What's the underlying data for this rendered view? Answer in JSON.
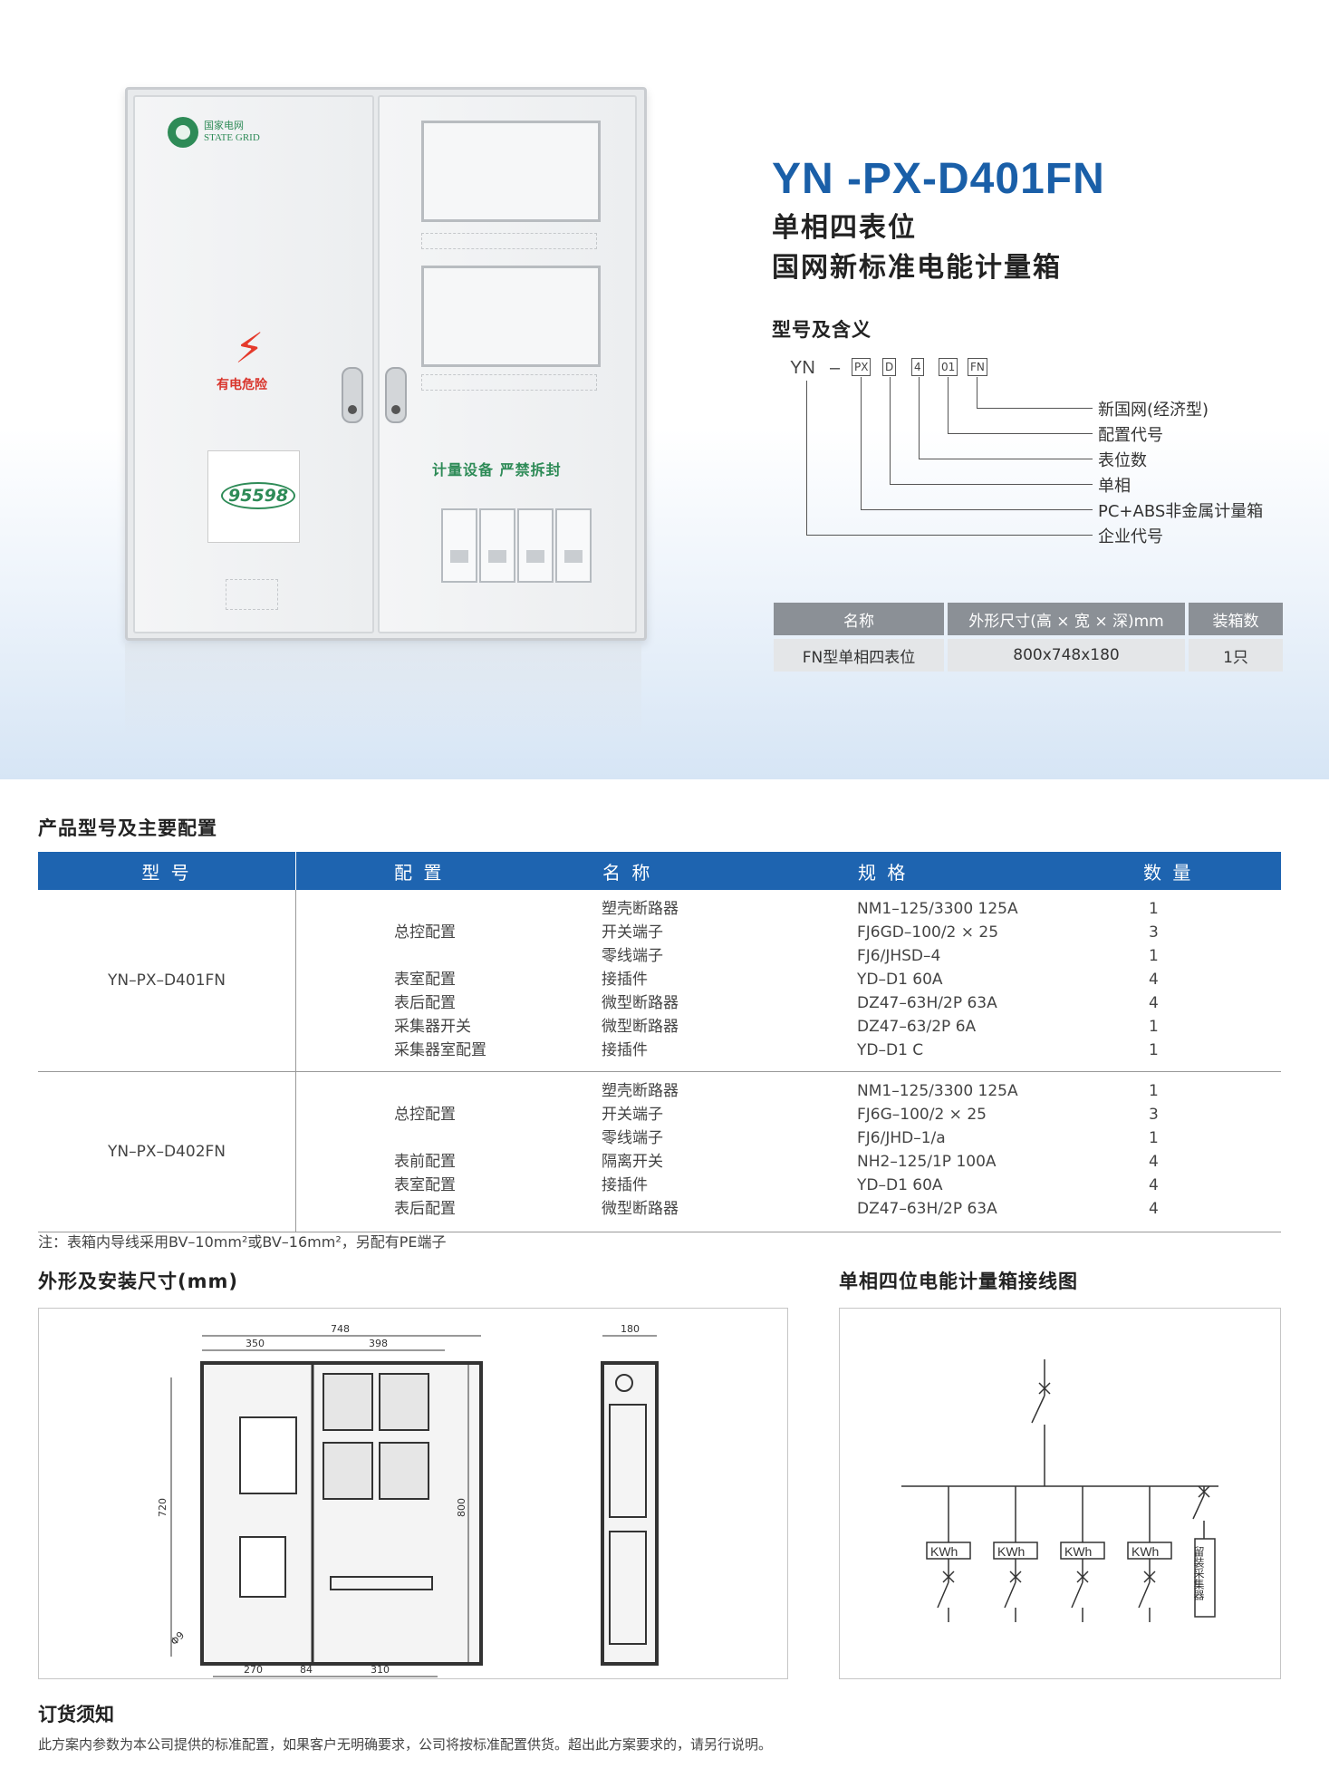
{
  "product": {
    "model": "YN -PX-D401FN",
    "subtitle_line1": "单相四表位",
    "subtitle_line2": "国网新标准电能计量箱"
  },
  "cabinet": {
    "logo_cn": "国家电网",
    "logo_en": "STATE GRID",
    "danger_label": "有电危险",
    "hotline": "95598",
    "seal_text": "计量设备 严禁拆封"
  },
  "model_meaning": {
    "heading": "型号及含义",
    "code_prefix": "YN",
    "code_dash": "–",
    "code_boxes": [
      "PX",
      "D",
      "4",
      "01",
      "FN"
    ],
    "meanings": [
      "新国网(经济型)",
      "配置代号",
      "表位数",
      "单相",
      "PC+ABS非金属计量箱",
      "企业代号"
    ]
  },
  "spec_table": {
    "headers": [
      "名称",
      "外形尺寸(高 × 宽 × 深)mm",
      "装箱数"
    ],
    "row": [
      "FN型单相四表位",
      "800x748x180",
      "1只"
    ]
  },
  "config_section": {
    "heading": "产品型号及主要配置",
    "headers": [
      "型 号",
      "配 置",
      "名 称",
      "规 格",
      "数 量"
    ],
    "groups": [
      {
        "model": "YN–PX–D401FN",
        "config": [
          "",
          "总控配置",
          "",
          "表室配置",
          "表后配置",
          "采集器开关",
          "采集器室配置"
        ],
        "names": [
          "塑壳断路器",
          "开关端子",
          "零线端子",
          "接插件",
          "微型断路器",
          "微型断路器",
          "接插件"
        ],
        "specs": [
          "NM1–125/3300 125A",
          "FJ6GD–100/2 × 25",
          "FJ6/JHSD–4",
          "YD–D1 60A",
          "DZ47–63H/2P 63A",
          "DZ47–63/2P 6A",
          "YD–D1 C"
        ],
        "qty": [
          "1",
          "3",
          "1",
          "4",
          "4",
          "1",
          "1"
        ]
      },
      {
        "model": "YN–PX–D402FN",
        "config": [
          "",
          "总控配置",
          "",
          "表前配置",
          "表室配置",
          "表后配置"
        ],
        "names": [
          "塑壳断路器",
          "开关端子",
          "零线端子",
          "隔离开关",
          "接插件",
          "微型断路器"
        ],
        "specs": [
          "NM1–125/3300 125A",
          "FJ6G–100/2 × 25",
          "FJ6/JHD–1/a",
          "NH2–125/1P 100A",
          "YD–D1 60A",
          "DZ47–63H/2P 63A"
        ],
        "qty": [
          "1",
          "3",
          "1",
          "4",
          "4",
          "4"
        ]
      }
    ],
    "note": "注：表箱内导线采用BV–10mm²或BV–16mm²，另配有PE端子"
  },
  "dimension_drawing": {
    "heading": "外形及安装尺寸(mm)",
    "labels": [
      "748",
      "350",
      "398",
      "720",
      "800",
      "270",
      "84",
      "310",
      "180",
      "Φ9"
    ]
  },
  "wiring_diagram": {
    "heading": "单相四位电能计量箱接线图",
    "meter_label": "KWh",
    "collector_label": "留装采集器"
  },
  "order_notice": {
    "heading": "订货须知",
    "text": "此方案内参数为本公司提供的标准配置，如果客户无明确要求，公司将按标准配置供货。超出此方案要求的，请另行说明。"
  }
}
